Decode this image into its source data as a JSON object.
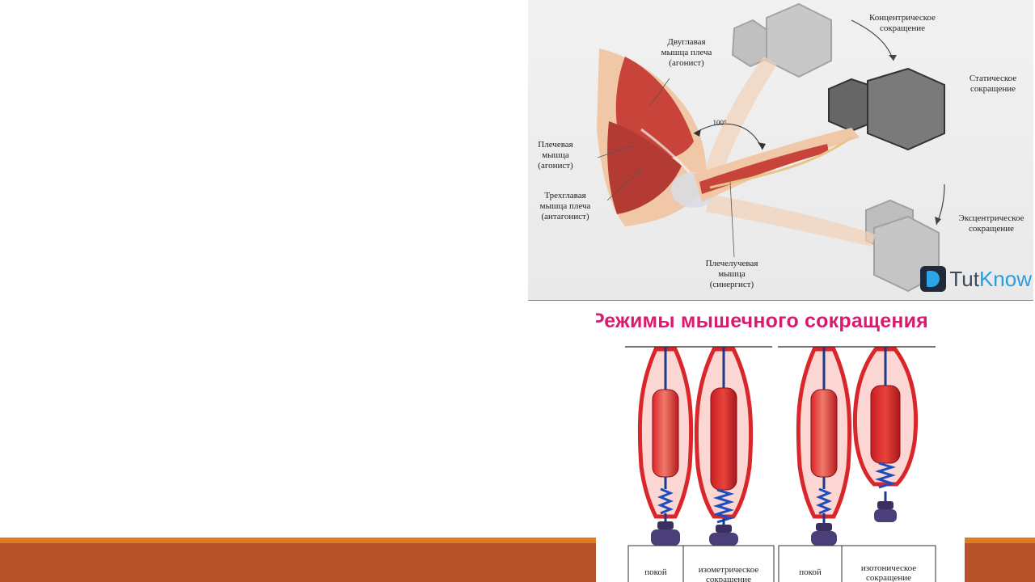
{
  "arm_figure": {
    "labels": {
      "concentric": "Концентрическое\nсокращение",
      "biceps": "Двуглавая\nмышца плеча\n(агонист)",
      "static": "Статическое\nсокращение",
      "angle": "100°",
      "brachialis": "Плечевая\nмышца\n(агонист)",
      "triceps": "Трехглавая\nмышца плеча\n(антагонист)",
      "eccentric": "Эксцентрическое\nсокращение",
      "brachioradialis": "Плечелучевая\nмышца\n(синергист)"
    },
    "logo": {
      "part1": "Tut",
      "part2": "Know"
    }
  },
  "modes_figure": {
    "title": "Режимы мышечного сокращения",
    "cells": [
      "покой",
      "изометрическое\nсокращение",
      "покой",
      "изотоническое\nсокращение"
    ]
  },
  "colors": {
    "accent_orange": "#e07b1f",
    "accent_rust": "#b8522a",
    "title_magenta": "#d81b6f",
    "muscle_red": "#d9262b"
  }
}
